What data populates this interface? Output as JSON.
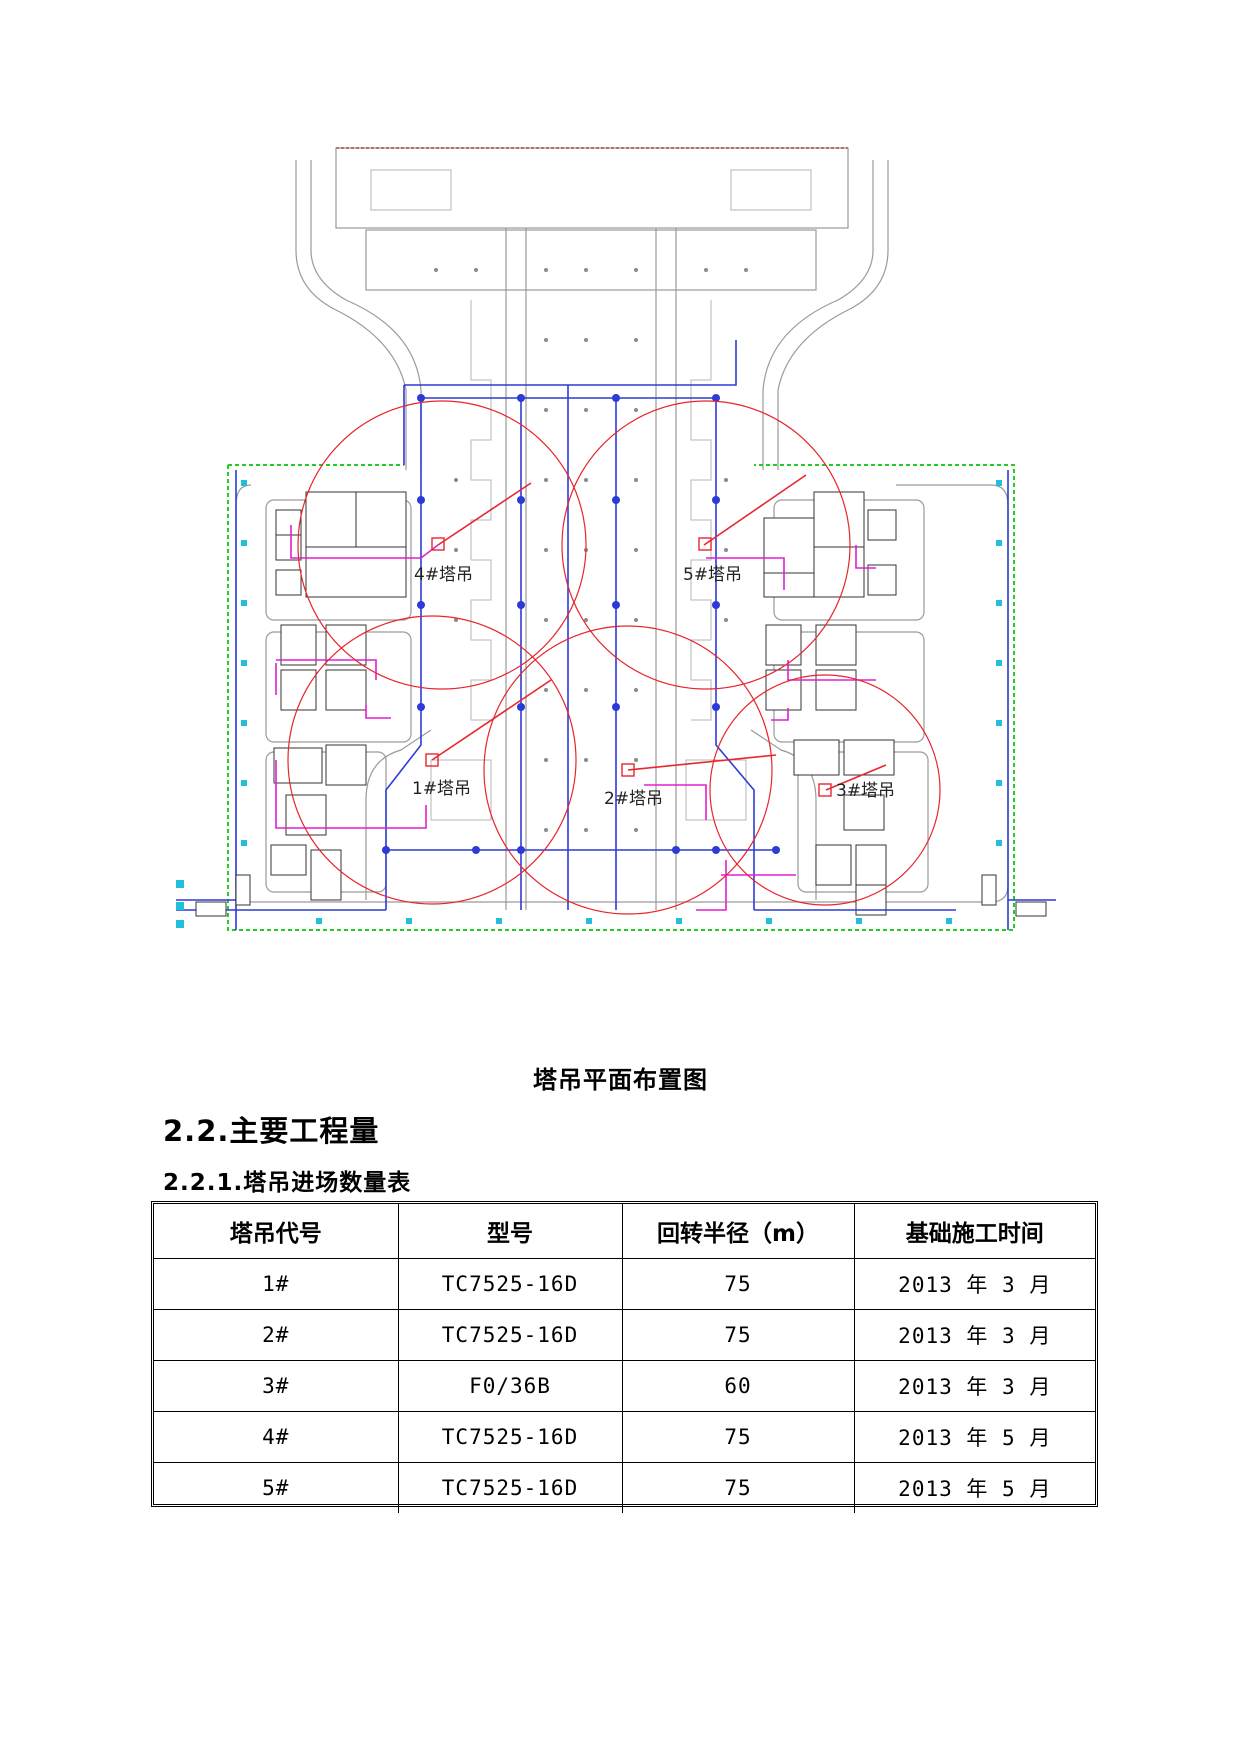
{
  "drawing": {
    "cranes": [
      {
        "label": "1#塔吊"
      },
      {
        "label": "2#塔吊"
      },
      {
        "label": "3#塔吊"
      },
      {
        "label": "4#塔吊"
      },
      {
        "label": "5#塔吊"
      }
    ],
    "colors": {
      "radius": "#e8262d",
      "pipe": "#2d3bd6",
      "power": "#e020d0",
      "fence": "#22cc22",
      "plan": "#9a9a9a",
      "marker": "#22c0d8"
    }
  },
  "caption": "塔吊平面布置图",
  "section": {
    "heading": "2.2.主要工程量",
    "subheading": "2.2.1.塔吊进场数量表"
  },
  "table": {
    "headers": [
      "塔吊代号",
      "型号",
      "回转半径（m）",
      "基础施工时间"
    ],
    "rows": [
      [
        "1#",
        "TC7525-16D",
        "75",
        "2013 年 3 月"
      ],
      [
        "2#",
        "TC7525-16D",
        "75",
        "2013 年 3 月"
      ],
      [
        "3#",
        "F0/36B",
        "60",
        "2013 年 3 月"
      ],
      [
        "4#",
        "TC7525-16D",
        "75",
        "2013 年 5 月"
      ],
      [
        "5#",
        "TC7525-16D",
        "75",
        "2013 年 5 月"
      ]
    ]
  }
}
